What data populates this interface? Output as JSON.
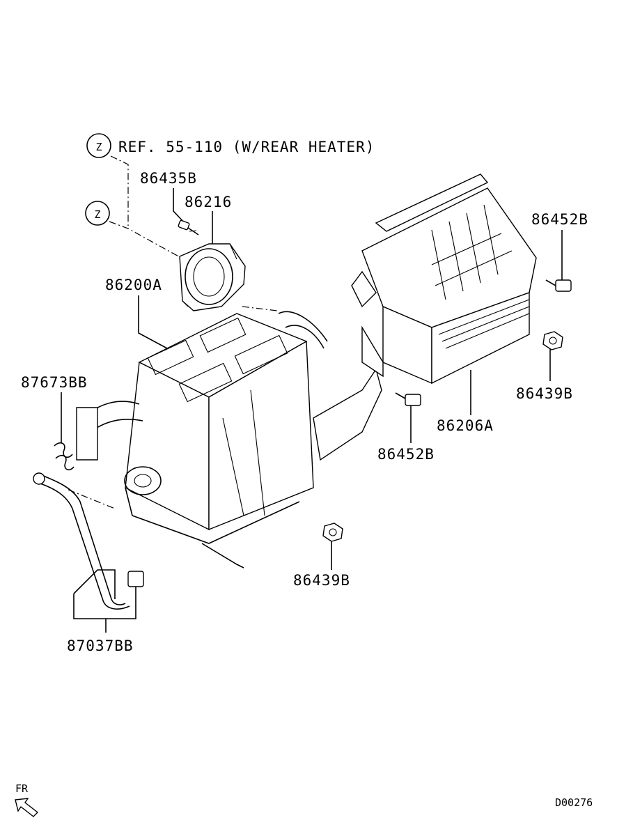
{
  "diagram": {
    "ref_marker": "Z",
    "ref_text": "REF. 55-110 (W/REAR HEATER)",
    "labels": {
      "p86435B": "86435B",
      "p86216": "86216",
      "p86200A": "86200A",
      "p86452B_top": "86452B",
      "p86439B_right": "86439B",
      "p86206A": "86206A",
      "p86452B_mid": "86452B",
      "p87673BB": "87673BB",
      "p86439B_bottom": "86439B",
      "p87037BB": "87037BB"
    },
    "front_marker": "FR",
    "drawing_code": "D00276"
  }
}
